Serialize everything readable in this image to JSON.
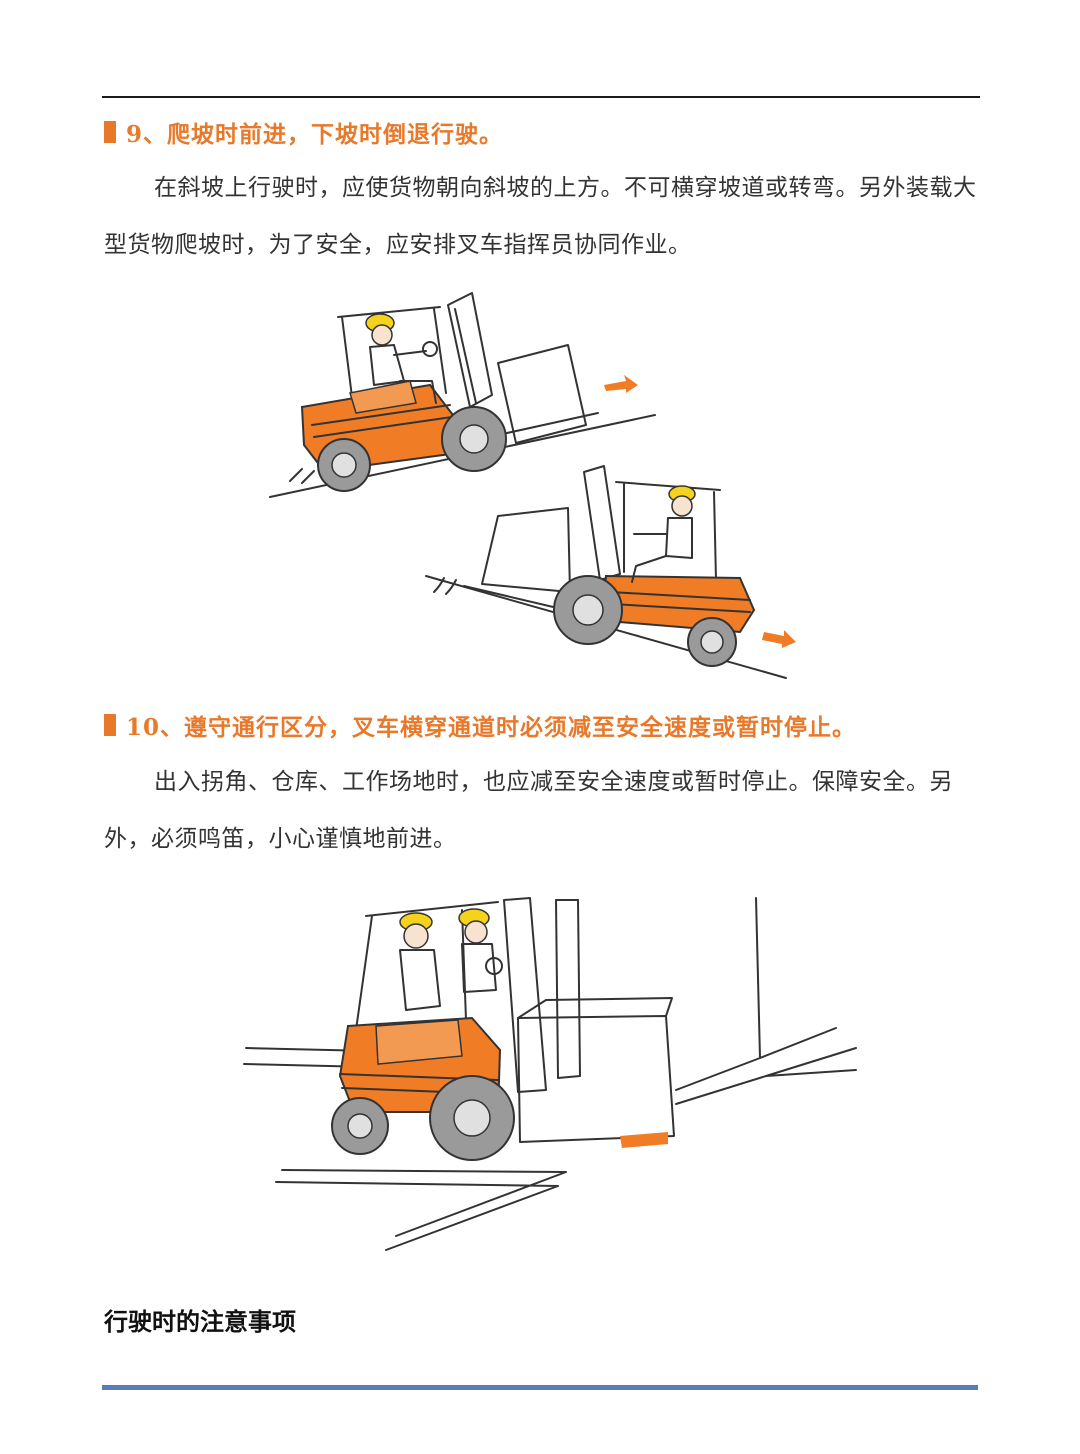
{
  "section9": {
    "heading": "9、爬坡时前进，下坡时倒退行驶。",
    "body": "在斜坡上行驶时，应使货物朝向斜坡的上方。不可横穿坡道或转弯。另外装载大型货物爬坡时，为了安全，应安排叉车指挥员协同作业。"
  },
  "section10": {
    "heading": "10、遵守通行区分，叉车横穿通道时必须减至安全速度或暂时停止。",
    "body": "出入拐角、仓库、工作场地时，也应减至安全速度或暂时停止。保障安全。另外，必须鸣笛，小心谨慎地前进。"
  },
  "footer_title": "行驶时的注意事项",
  "colors": {
    "accent": "#e8792b",
    "rule_top": "#1a1a1a",
    "rule_bottom": "#5b7db5",
    "forklift_body": "#f07c25",
    "helmet": "#f5d21c"
  },
  "icons": {
    "heading_marker": "orange-bar-icon",
    "direction_arrow": "arrow-right-icon"
  }
}
